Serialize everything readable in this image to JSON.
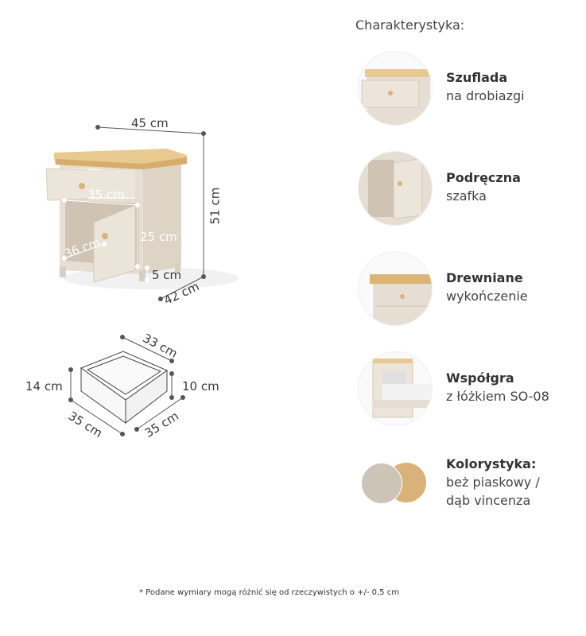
{
  "dimensions": {
    "width_top": "45 cm",
    "height_total": "51 cm",
    "depth": "42 cm",
    "drawer_inner_width": "35 cm",
    "cabinet_height": "25 cm",
    "cabinet_depth": "36 cm",
    "leg_height": "5 cm",
    "drawer_box_depth": "33 cm",
    "drawer_box_height_front": "14 cm",
    "drawer_box_height_back": "10 cm",
    "drawer_box_width_left": "35 cm",
    "drawer_box_width_right": "35 cm"
  },
  "features_title": "Charakterystyka:",
  "features": [
    {
      "bold": "Szuflada",
      "text": "na drobiazgi"
    },
    {
      "bold": "Podręczna",
      "text": "szafka"
    },
    {
      "bold": "Drewniane",
      "text": "wykończenie"
    },
    {
      "bold": "Współgra",
      "text": "z łóżkiem SO-08"
    },
    {
      "bold": "Kolorystyka:",
      "text": "beż piaskowy /",
      "text2": "dąb vincenza"
    }
  ],
  "colors": {
    "beige": "#cdc4b8",
    "oak": "#d9b27a"
  },
  "footnote": "* Podane wymiary mogą różnić się od rzeczywistych o +/- 0,5 cm"
}
